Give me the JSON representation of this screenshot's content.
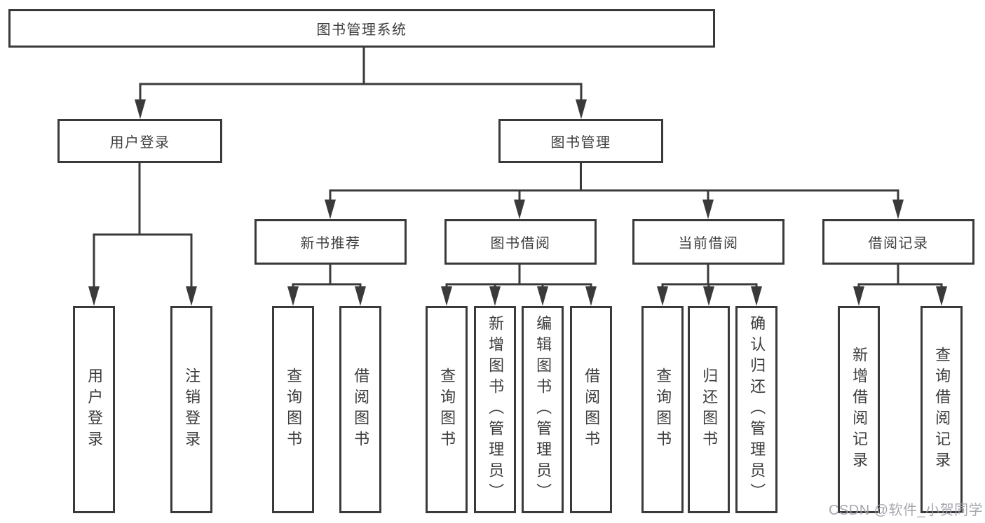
{
  "colors": {
    "line": "#3a3a3a",
    "text": "#3d3d3d",
    "background": "#ffffff",
    "watermark": "#9e9ea8"
  },
  "tree": {
    "root": {
      "label": "图书管理系统"
    },
    "user_section": {
      "label": "用户登录",
      "children": [
        {
          "label": "用户登录"
        },
        {
          "label": "注销登录"
        }
      ]
    },
    "book_section": {
      "label": "图书管理",
      "modules": [
        {
          "label": "新书推荐",
          "children": [
            {
              "label": "查询图书"
            },
            {
              "label": "借阅图书"
            }
          ]
        },
        {
          "label": "图书借阅",
          "children": [
            {
              "label": "查询图书"
            },
            {
              "label": "新增图书（管理员）"
            },
            {
              "label": "编辑图书（管理员）"
            },
            {
              "label": "借阅图书"
            }
          ]
        },
        {
          "label": "当前借阅",
          "children": [
            {
              "label": "查询图书"
            },
            {
              "label": "归还图书"
            },
            {
              "label": "确认归还（管理员）"
            }
          ]
        },
        {
          "label": "借阅记录",
          "children": [
            {
              "label": "新增借阅记录"
            },
            {
              "label": "查询借阅记录"
            }
          ]
        }
      ]
    }
  },
  "watermark": {
    "text": "CSDN @软件_小贺同学"
  }
}
